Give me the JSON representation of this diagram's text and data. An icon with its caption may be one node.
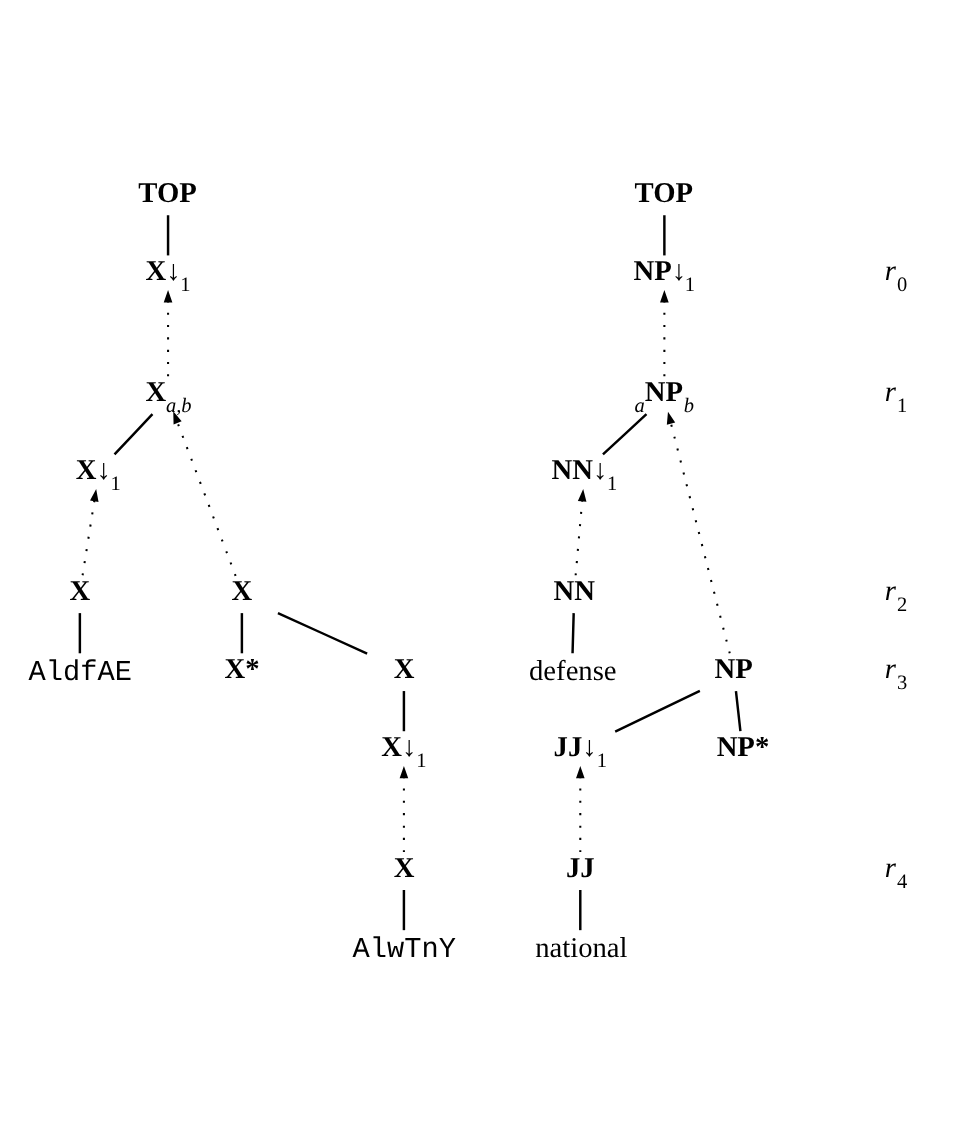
{
  "diagram": {
    "nodes": [
      {
        "text": [
          "TOP"
        ]
      },
      {
        "text": [
          "X↓$_{1}$"
        ]
      },
      {
        "text": [
          "X$_{a,b}$"
        ]
      },
      {
        "text": [
          "X↓$_{1}$"
        ]
      },
      {
        "text": [
          "X"
        ]
      },
      {
        "text": [
          "AldfAE"
        ]
      },
      {
        "text": [
          "TOP"
        ]
      },
      {
        "text": [
          "NP↓$_{1}$"
        ]
      },
      {
        "text": [
          "$_{a}$NP$_{b}$"
        ]
      },
      {
        "text": [
          "NN↓$_{1}$"
        ]
      },
      {
        "text": [
          "NN"
        ]
      },
      {
        "text": [
          "defense"
        ]
      },
      {
        "text": [
          "X"
        ]
      },
      {
        "text": [
          "X*"
        ]
      },
      {
        "text": [
          "X"
        ]
      },
      {
        "text": [
          "X↓$_{1}$"
        ]
      },
      {
        "text": [
          "X"
        ]
      },
      {
        "text": [
          "AlwTnY"
        ]
      },
      {
        "text": [
          "NP"
        ]
      },
      {
        "text": [
          "JJ↓$_{1}$"
        ]
      },
      {
        "text": [
          "NP*"
        ]
      },
      {
        "text": [
          "JJ"
        ]
      },
      {
        "text": [
          "national"
        ]
      }
    ],
    "edges": [
      {
        "from": 1,
        "to": 0,
        "arrow": "none"
      },
      {
        "from": 2,
        "to": 1,
        "arrow": "to",
        "style": "dashed"
      },
      {
        "from": 3,
        "to": 2,
        "arrow": "none"
      },
      {
        "from": 4,
        "to": 3,
        "arrow": "to",
        "style": "dashed"
      },
      {
        "from": 5,
        "to": 4,
        "arrow": "none"
      },
      {
        "from": 7,
        "to": 6,
        "arrow": "none"
      },
      {
        "from": 8,
        "to": 7,
        "arrow": "to",
        "style": "dashed"
      },
      {
        "from": 9,
        "to": 8,
        "arrow": "none"
      },
      {
        "from": 10,
        "to": 9,
        "arrow": "to",
        "style": "dashed"
      },
      {
        "from": 11,
        "to": 10,
        "arrow": "none"
      },
      {
        "from": 12,
        "to": 2,
        "arrow": "to",
        "style": "dashed"
      },
      {
        "from": 13,
        "to": 12,
        "arrow": "none"
      },
      {
        "from": 14,
        "to": 12,
        "arrow": "none"
      },
      {
        "from": 15,
        "to": 14,
        "arrow": "none"
      },
      {
        "from": 16,
        "to": 15,
        "arrow": "to",
        "style": "dashed"
      },
      {
        "from": 17,
        "to": 16,
        "arrow": "none"
      },
      {
        "from": 18,
        "to": 8,
        "arrow": "to",
        "style": "dashed"
      },
      {
        "from": 19,
        "to": 18,
        "arrow": "none"
      },
      {
        "from": 20,
        "to": 18,
        "arrow": "none"
      },
      {
        "from": 21,
        "to": 19,
        "arrow": "to",
        "style": "dashed"
      },
      {
        "from": 22,
        "to": 21,
        "arrow": "none"
      }
    ],
    "labels": [
      "r$_{0}$",
      "r$_{1}$",
      "r$_{2}$",
      "r$_{3}$",
      "r$_{4}$"
    ]
  }
}
